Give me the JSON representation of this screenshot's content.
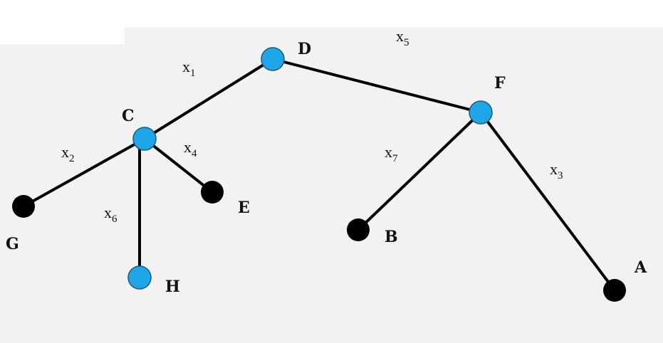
{
  "colors": {
    "background": "#f2f2f2",
    "edge": "#000000",
    "internal_node": "#1ea7e8",
    "leaf_node": "#000000",
    "node_outline": "#1a5b80"
  },
  "nodes": {
    "D": {
      "label": "D",
      "kind": "internal"
    },
    "F": {
      "label": "F",
      "kind": "internal"
    },
    "C": {
      "label": "C",
      "kind": "internal"
    },
    "H": {
      "label": "H",
      "kind": "internal"
    },
    "G": {
      "label": "G",
      "kind": "leaf"
    },
    "E": {
      "label": "E",
      "kind": "leaf"
    },
    "B": {
      "label": "B",
      "kind": "leaf"
    },
    "A": {
      "label": "A",
      "kind": "leaf"
    }
  },
  "edges": {
    "x1": {
      "from": "C",
      "to": "D",
      "label": "x",
      "sub": "1"
    },
    "x2": {
      "from": "C",
      "to": "G",
      "label": "x",
      "sub": "2"
    },
    "x3": {
      "from": "F",
      "to": "A",
      "label": "x",
      "sub": "3"
    },
    "x4": {
      "from": "C",
      "to": "E",
      "label": "x",
      "sub": "4"
    },
    "x5": {
      "from": "D",
      "to": "F",
      "label": "x",
      "sub": "5"
    },
    "x6": {
      "from": "C",
      "to": "H",
      "label": "x",
      "sub": "6"
    },
    "x7": {
      "from": "F",
      "to": "B",
      "label": "x",
      "sub": "7"
    }
  }
}
